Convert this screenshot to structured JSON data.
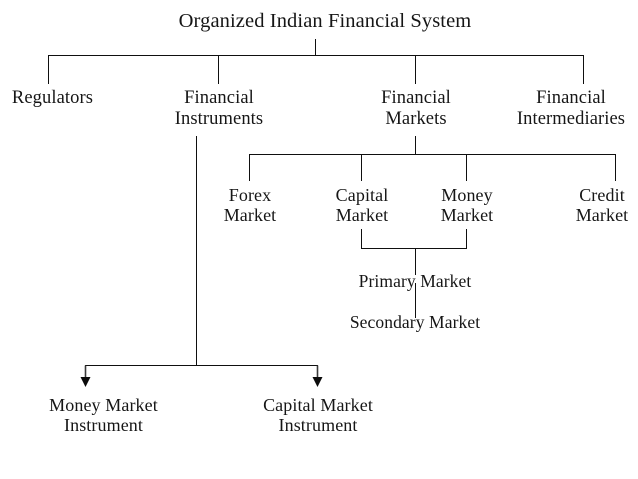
{
  "diagram": {
    "title": "Organized Indian Financial System",
    "type": "hierarchy-tree",
    "line_color": "#0f0f0f",
    "text_color": "#161616",
    "background": "#ffffff",
    "nodes": {
      "root": "Organized Indian Financial System",
      "level1": [
        "Regulators",
        "Financial\nInstruments",
        "Financial\nMarkets",
        "Financial\nIntermediaries"
      ],
      "markets": [
        "Forex\nMarket",
        "Capital\nMarket",
        "Money\nMarket",
        "Credit\nMarket"
      ],
      "market_children": [
        "Primary Market",
        "Secondary Market"
      ],
      "instrument_children": [
        "Money Market\nInstrument",
        "Capital Market\nInstrument"
      ]
    },
    "edges": [
      {
        "from": "Organized Indian Financial System",
        "to": "Regulators"
      },
      {
        "from": "Organized Indian Financial System",
        "to": "Financial Instruments"
      },
      {
        "from": "Organized Indian Financial System",
        "to": "Financial Markets"
      },
      {
        "from": "Organized Indian Financial System",
        "to": "Financial Intermediaries"
      },
      {
        "from": "Financial Markets",
        "to": "Forex Market"
      },
      {
        "from": "Financial Markets",
        "to": "Capital Market"
      },
      {
        "from": "Financial Markets",
        "to": "Money Market"
      },
      {
        "from": "Financial Markets",
        "to": "Credit Market"
      },
      {
        "from": "Capital Market",
        "to": "Primary Market"
      },
      {
        "from": "Money Market",
        "to": "Primary Market"
      },
      {
        "from": "Primary Market",
        "to": "Secondary Market"
      },
      {
        "from": "Financial Instruments",
        "to": "Money Market Instrument",
        "arrow": true
      },
      {
        "from": "Financial Instruments",
        "to": "Capital Market Instrument",
        "arrow": true
      }
    ]
  }
}
